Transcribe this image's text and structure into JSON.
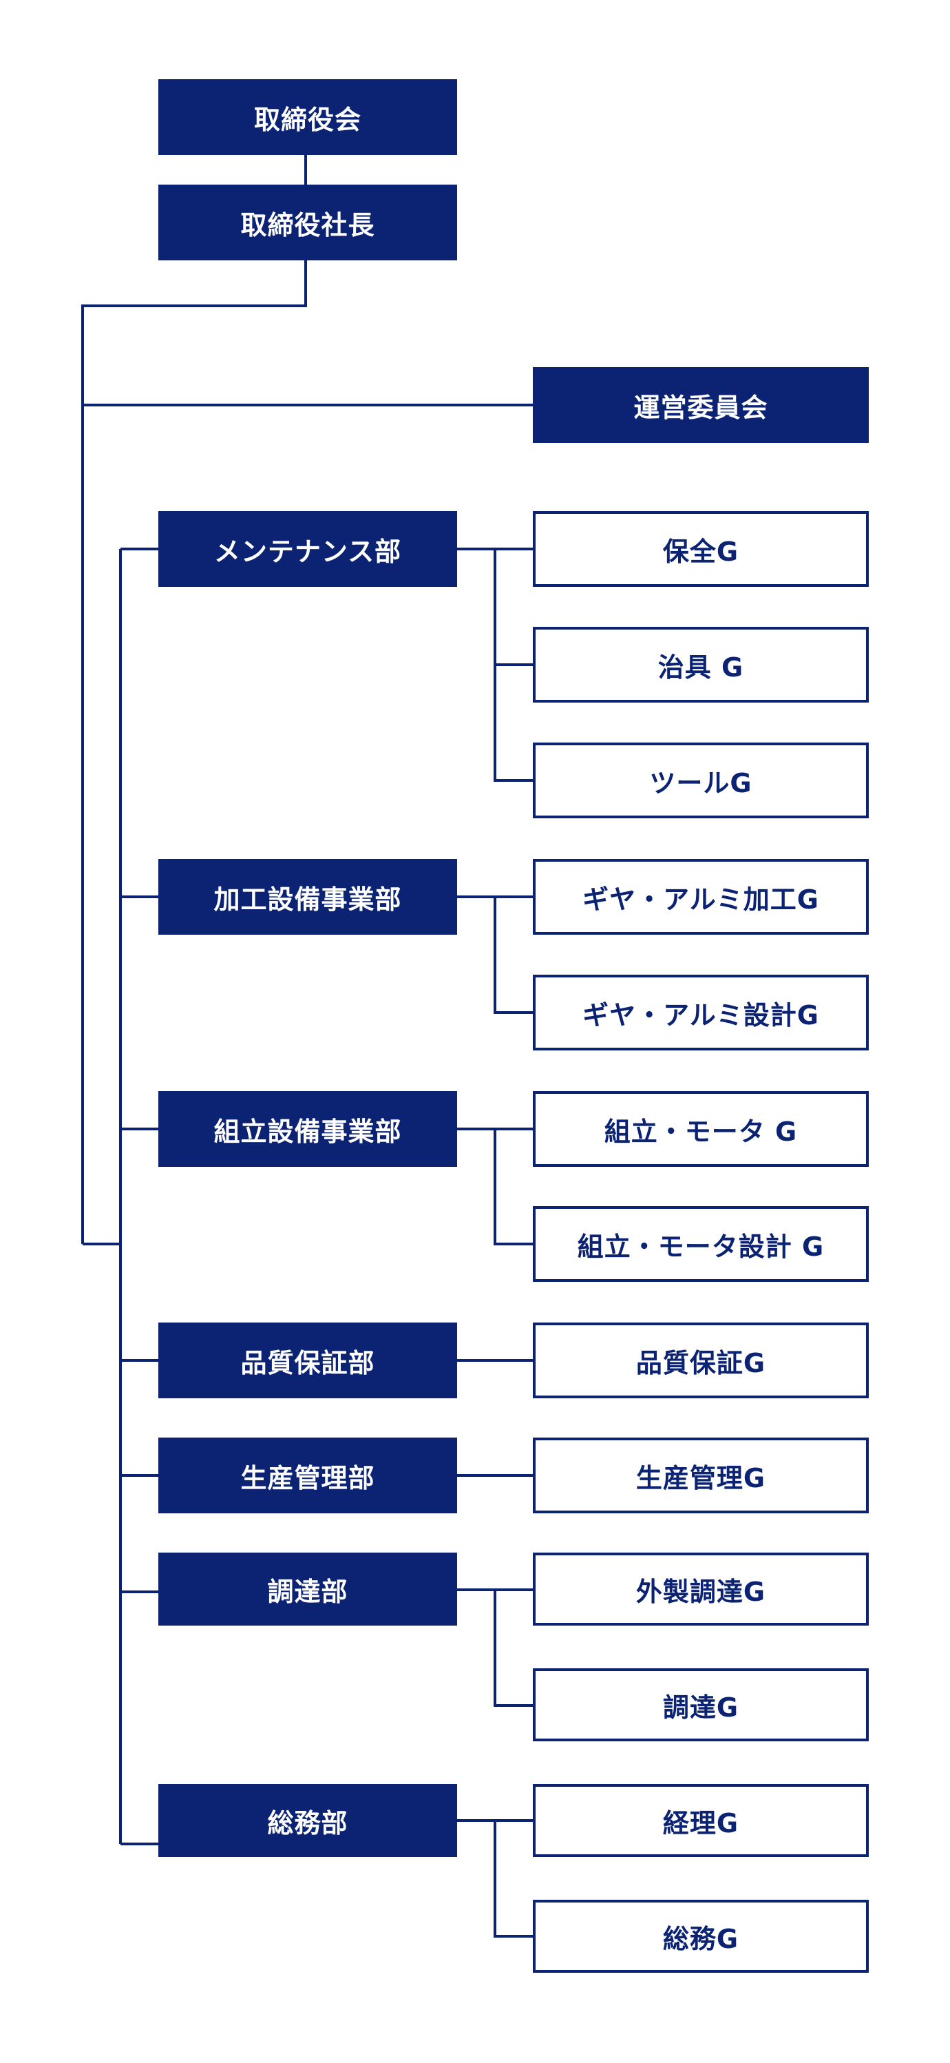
{
  "top": {
    "board": "取締役会",
    "president": "取締役社長",
    "committee": "運営委員会"
  },
  "departments": [
    {
      "name": "メンテナンス部",
      "groups": [
        "保全G",
        "治具 G",
        "ツールG"
      ]
    },
    {
      "name": "加工設備事業部",
      "groups": [
        "ギヤ・アルミ加工G",
        "ギヤ・アルミ設計G"
      ]
    },
    {
      "name": "組立設備事業部",
      "groups": [
        "組立・モータ G",
        "組立・モータ設計 G"
      ]
    },
    {
      "name": "品質保証部",
      "groups": [
        "品質保証G"
      ]
    },
    {
      "name": "生産管理部",
      "groups": [
        "生産管理G"
      ]
    },
    {
      "name": "調達部",
      "groups": [
        "外製調達G",
        "調達G"
      ]
    },
    {
      "name": "総務部",
      "groups": [
        "経理G",
        "総務G"
      ]
    }
  ],
  "colors": {
    "navy": "#0b2372",
    "white": "#ffffff"
  }
}
